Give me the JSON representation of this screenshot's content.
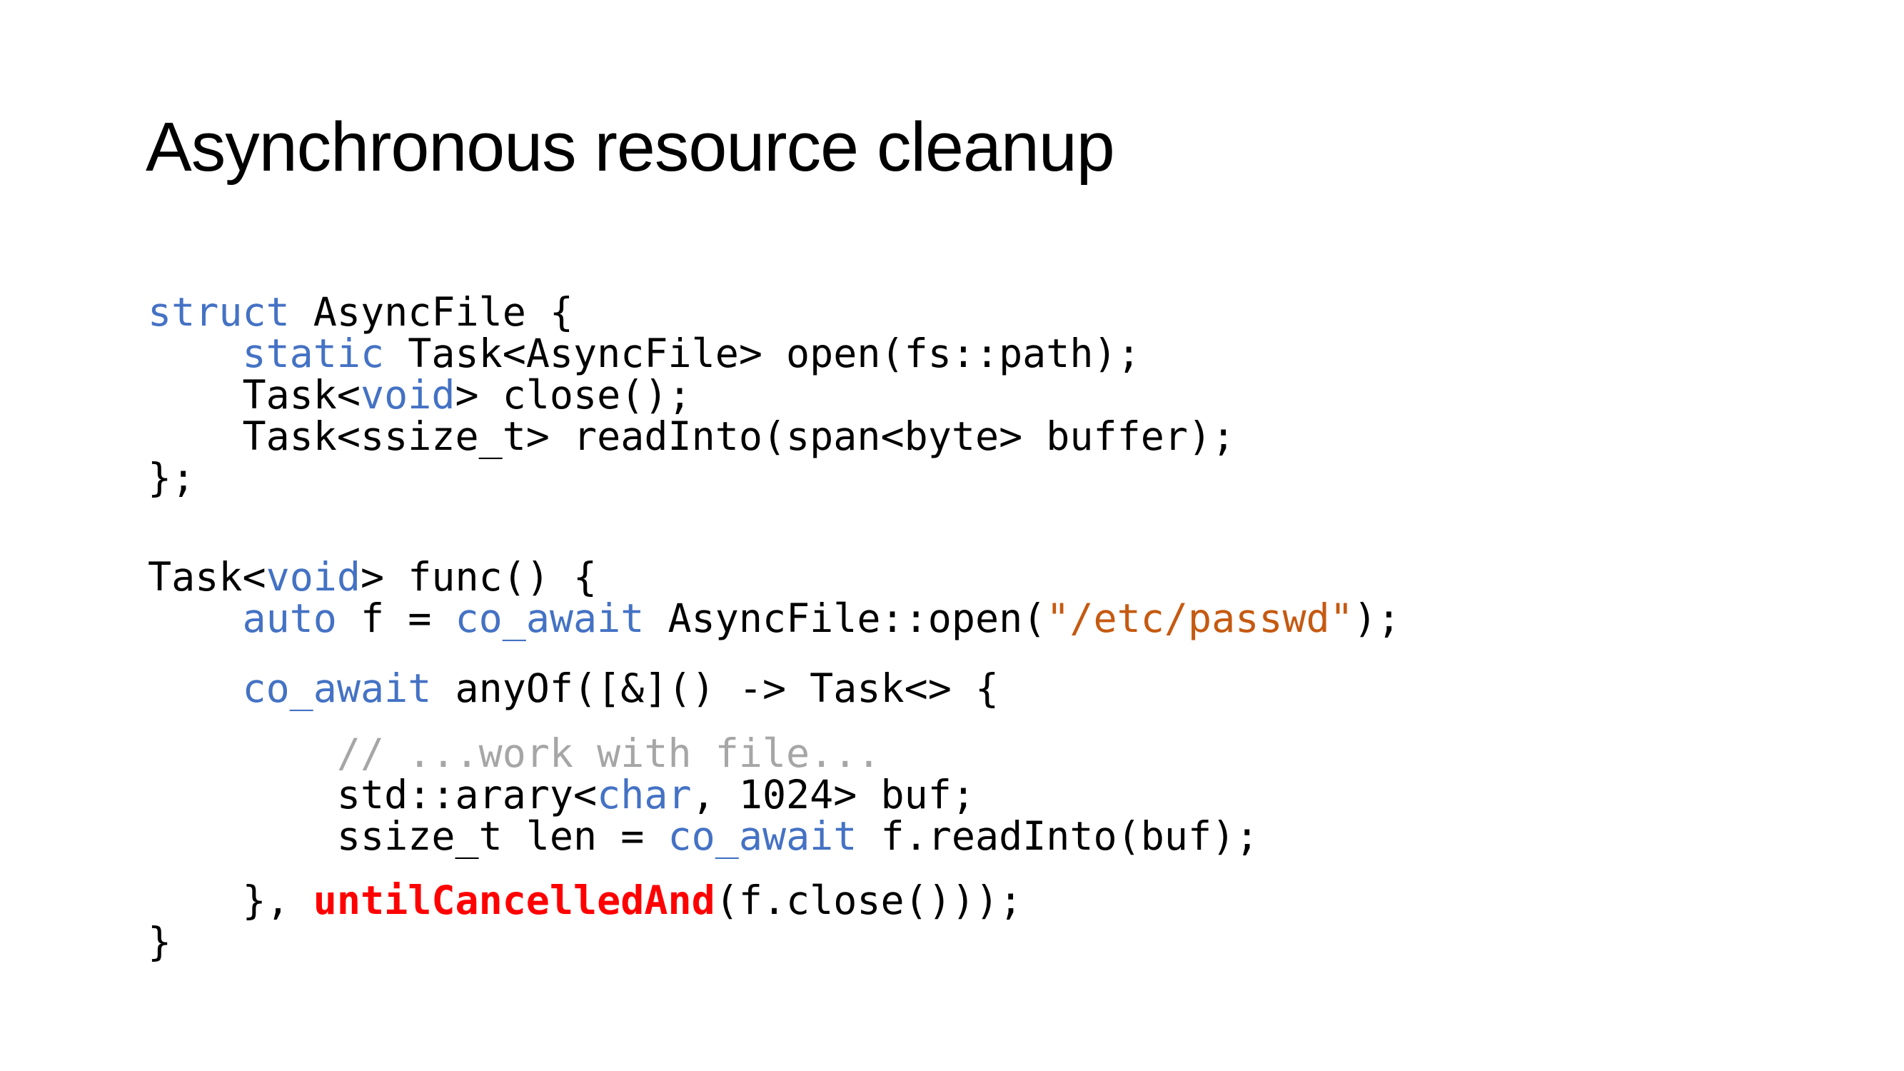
{
  "title": "Asynchronous resource cleanup",
  "colors": {
    "keyword": "#4472C4",
    "string": "#C55A11",
    "comment": "#A6A6A6",
    "emphasis": "#FF0000",
    "code-text": "#000000",
    "title-text": "#000000",
    "background": "#FFFFFF"
  },
  "code": {
    "language": "cpp",
    "lines": [
      {
        "indent": 0,
        "gap": 0,
        "segments": [
          {
            "c": "kw",
            "t": "struct"
          },
          {
            "c": "plain",
            "t": " AsyncFile {"
          }
        ]
      },
      {
        "indent": 4,
        "gap": 0,
        "segments": [
          {
            "c": "kw",
            "t": "static"
          },
          {
            "c": "plain",
            "t": " Task<AsyncFile> open(fs::path);"
          }
        ]
      },
      {
        "indent": 4,
        "gap": 0,
        "segments": [
          {
            "c": "plain",
            "t": "Task<"
          },
          {
            "c": "kw",
            "t": "void"
          },
          {
            "c": "plain",
            "t": "> close();"
          }
        ]
      },
      {
        "indent": 4,
        "gap": 0,
        "segments": [
          {
            "c": "plain",
            "t": "Task<ssize_t> readInto(span<byte> buffer);"
          }
        ]
      },
      {
        "indent": 0,
        "gap": 0,
        "segments": [
          {
            "c": "plain",
            "t": "};"
          }
        ]
      },
      {
        "indent": 0,
        "gap": 81,
        "segments": [
          {
            "c": "plain",
            "t": "Task<"
          },
          {
            "c": "kw",
            "t": "void"
          },
          {
            "c": "plain",
            "t": "> func() {"
          }
        ]
      },
      {
        "indent": 4,
        "gap": 0,
        "segments": [
          {
            "c": "kw",
            "t": "auto"
          },
          {
            "c": "plain",
            "t": " f = "
          },
          {
            "c": "kw",
            "t": "co_await"
          },
          {
            "c": "plain",
            "t": " AsyncFile::open("
          },
          {
            "c": "str",
            "t": "\"/etc/passwd\""
          },
          {
            "c": "plain",
            "t": ");"
          }
        ]
      },
      {
        "indent": 4,
        "gap": 40,
        "segments": [
          {
            "c": "kw",
            "t": "co_await"
          },
          {
            "c": "plain",
            "t": " anyOf([&]() -> Task<> {"
          }
        ]
      },
      {
        "indent": 8,
        "gap": 33,
        "segments": [
          {
            "c": "comment",
            "t": "// ...work with file..."
          }
        ]
      },
      {
        "indent": 8,
        "gap": 0,
        "segments": [
          {
            "c": "plain",
            "t": "std::arary<"
          },
          {
            "c": "kw",
            "t": "char"
          },
          {
            "c": "plain",
            "t": ", 1024> buf;"
          }
        ]
      },
      {
        "indent": 8,
        "gap": 0,
        "segments": [
          {
            "c": "plain",
            "t": "ssize_t len = "
          },
          {
            "c": "kw",
            "t": "co_await"
          },
          {
            "c": "plain",
            "t": " f.readInto(buf);"
          }
        ]
      },
      {
        "indent": 4,
        "gap": 32,
        "segments": [
          {
            "c": "plain",
            "t": "}, "
          },
          {
            "c": "em",
            "t": "untilCancelledAnd"
          },
          {
            "c": "plain",
            "t": "(f.close()));"
          }
        ]
      },
      {
        "indent": 0,
        "gap": 0,
        "segments": [
          {
            "c": "plain",
            "t": "}"
          }
        ]
      }
    ]
  }
}
